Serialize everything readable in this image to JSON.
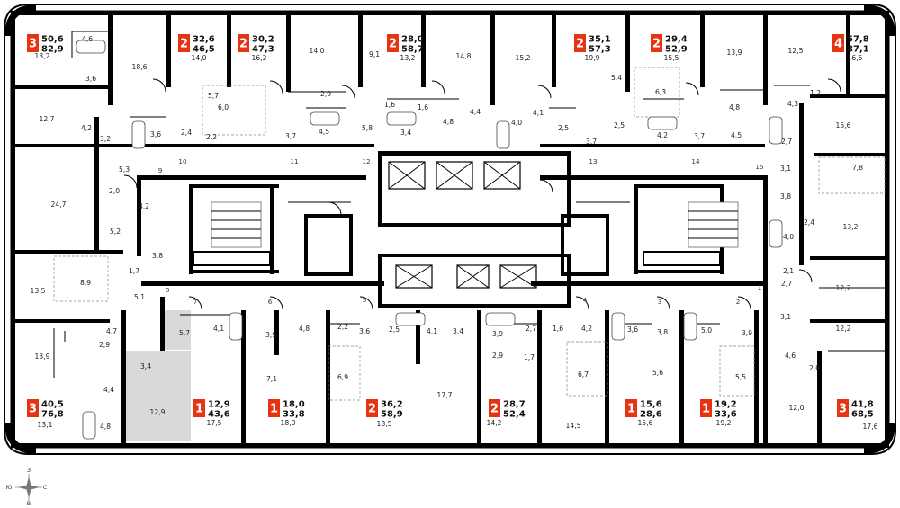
{
  "apartments": [
    {
      "id": "a1",
      "rooms": "3",
      "area_living": "50,6",
      "area_total": "82,9"
    },
    {
      "id": "a2",
      "rooms": "2",
      "area_living": "32,6",
      "area_total": "46,5"
    },
    {
      "id": "a3",
      "rooms": "2",
      "area_living": "30,2",
      "area_total": "47,3"
    },
    {
      "id": "a4",
      "rooms": "2",
      "area_living": "28,0",
      "area_total": "58,7"
    },
    {
      "id": "a5",
      "rooms": "2",
      "area_living": "35,1",
      "area_total": "57,3"
    },
    {
      "id": "a6",
      "rooms": "2",
      "area_living": "29,4",
      "area_total": "52,9"
    },
    {
      "id": "a7",
      "rooms": "4",
      "area_living": "57,8",
      "area_total": "87,1"
    },
    {
      "id": "a8",
      "rooms": "3",
      "area_living": "40,5",
      "area_total": "76,8"
    },
    {
      "id": "a9",
      "rooms": "1",
      "area_living": "12,9",
      "area_total": "43,6"
    },
    {
      "id": "a10",
      "rooms": "1",
      "area_living": "18,0",
      "area_total": "33,8"
    },
    {
      "id": "a11",
      "rooms": "2",
      "area_living": "36,2",
      "area_total": "58,9"
    },
    {
      "id": "a12",
      "rooms": "2",
      "area_living": "28,7",
      "area_total": "52,4"
    },
    {
      "id": "a13",
      "rooms": "1",
      "area_living": "15,6",
      "area_total": "28,6"
    },
    {
      "id": "a14",
      "rooms": "1",
      "area_living": "19,2",
      "area_total": "33,6"
    },
    {
      "id": "a15",
      "rooms": "3",
      "area_living": "41,8",
      "area_total": "68,5"
    }
  ],
  "rooms": [
    "13,2",
    "4,6",
    "3,6",
    "18,6",
    "14,0",
    "16,2",
    "14,0",
    "9,1",
    "13,2",
    "14,8",
    "15,2",
    "19,9",
    "15,5",
    "13,9",
    "12,5",
    "16,5",
    "12,7",
    "4,2",
    "3,2",
    "3,6",
    "2,4",
    "5,7",
    "6,0",
    "2,2",
    "3,7",
    "2,9",
    "4,5",
    "5,8",
    "1,6",
    "1,6",
    "3,4",
    "4,8",
    "4,4",
    "4,0",
    "4,1",
    "2,5",
    "3,7",
    "5,4",
    "6,3",
    "2,5",
    "4,2",
    "3,7",
    "4,8",
    "4,5",
    "1,2",
    "4,3",
    "15,6",
    "2,7",
    "3,1",
    "7,8",
    "24,7",
    "5,3",
    "2,0",
    "4,2",
    "5,2",
    "3,8",
    "8,9",
    "1,7",
    "13,5",
    "5,1",
    "3,8",
    "2,4",
    "4,0",
    "13,2",
    "2,1",
    "2,7",
    "12,2",
    "3,1",
    "12,2",
    "4,6",
    "2,0",
    "13,9",
    "4,7",
    "2,9",
    "4,4",
    "4,8",
    "13,1",
    "5,7",
    "4,1",
    "3,4",
    "12,9",
    "17,5",
    "3,9",
    "4,8",
    "7,1",
    "18,0",
    "2,2",
    "6,9",
    "3,6",
    "2,5",
    "4,1",
    "3,4",
    "18,5",
    "17,7",
    "3,9",
    "2,9",
    "2,7",
    "1,7",
    "14,2",
    "1,6",
    "4,2",
    "6,7",
    "14,5",
    "3,6",
    "3,8",
    "5,6",
    "15,6",
    "5,0",
    "3,9",
    "5,5",
    "19,2",
    "12,0",
    "17,6"
  ],
  "entries": [
    "7",
    "6",
    "5",
    "4",
    "3",
    "2",
    "1",
    "8",
    "9",
    "10",
    "11",
    "12",
    "13",
    "14",
    "15"
  ],
  "compass": {
    "n": "З",
    "s": "В",
    "w": "Ю",
    "e": "С"
  },
  "colors": {
    "badge": "#e63312",
    "highlight": "#d9d9d9",
    "walls": "#000000"
  },
  "selected_apartment": "a9"
}
